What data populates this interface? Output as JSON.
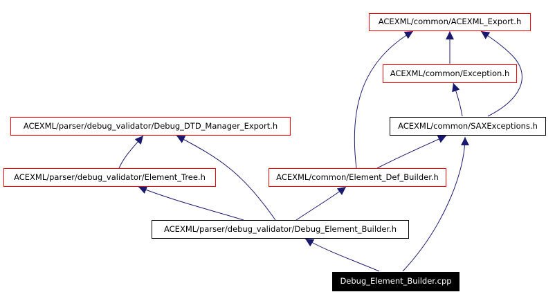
{
  "diagram": {
    "nodes": {
      "ace_export": "ACEXML/common/ACEXML_Export.h",
      "exception": "ACEXML/common/Exception.h",
      "sax_exceptions": "ACEXML/common/SAXExceptions.h",
      "dtd_manager_export": "ACEXML/parser/debug_validator/Debug_DTD_Manager_Export.h",
      "element_tree": "ACEXML/parser/debug_validator/Element_Tree.h",
      "element_def_builder": "ACEXML/common/Element_Def_Builder.h",
      "debug_element_builder_h": "ACEXML/parser/debug_validator/Debug_Element_Builder.h",
      "debug_element_builder_cpp": "Debug_Element_Builder.cpp"
    },
    "colors": {
      "edge": "#191970",
      "linked_border": "#ff0000",
      "plain_border": "#000000",
      "root_fill": "#000000",
      "root_text": "#ffffff"
    }
  }
}
